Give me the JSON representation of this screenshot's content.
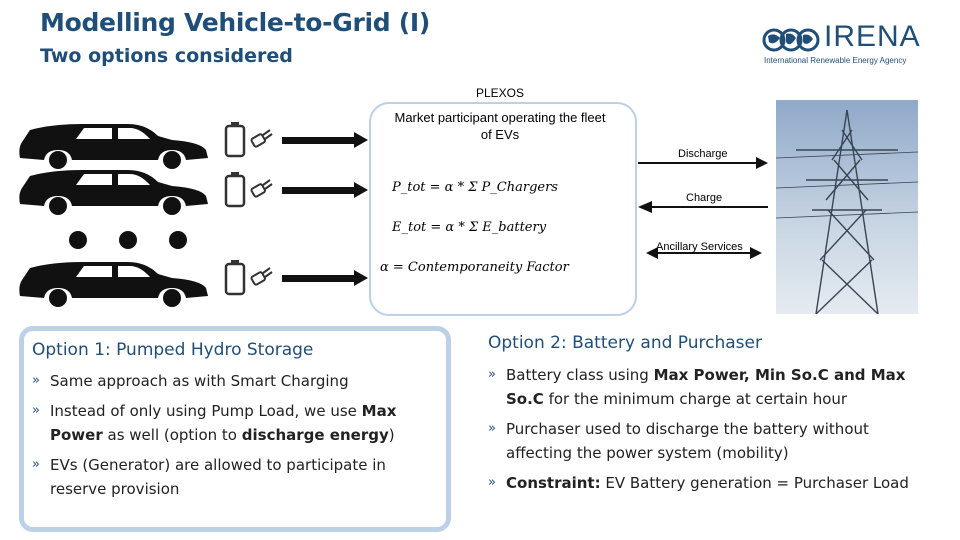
{
  "header": {
    "title": "Modelling Vehicle-to-Grid (I)",
    "subtitle": "Two options considered"
  },
  "logo": {
    "name": "IRENA",
    "tagline": "International Renewable Energy Agency"
  },
  "diagram": {
    "plexos_label": "PLEXOS",
    "plexos_description": "Market participant operating the fleet of EVs",
    "formula_power": "P_tot = α * Σ P_Chargers",
    "formula_energy": "E_tot = α * Σ E_battery",
    "formula_alpha": "α = Contemporaneity Factor",
    "arrows": {
      "discharge": "Discharge",
      "charge": "Charge",
      "ancillary": "Ancillary Services"
    }
  },
  "option1": {
    "title": "Option 1: Pumped Hydro Storage",
    "bullets": [
      {
        "text": "Same approach as with Smart Charging"
      },
      {
        "pre": "Instead of only using Pump Load, we use ",
        "b1": "Max Power",
        "mid": " as well (option to ",
        "b2": "discharge energy",
        "post": ")"
      },
      {
        "text": "EVs (Generator) are allowed to participate in reserve provision"
      }
    ]
  },
  "option2": {
    "title": "Option 2: Battery and Purchaser",
    "bullets": [
      {
        "pre": "Battery class using ",
        "b1": "Max Power, Min So.C and Max So.C",
        "post": " for the minimum charge at certain hour"
      },
      {
        "text": "Purchaser used to discharge the battery without affecting the power system (mobility)"
      },
      {
        "b1": "Constraint:",
        "post": " EV Battery generation = Purchaser Load"
      }
    ]
  },
  "icons": {
    "car": "car-silhouette-icon",
    "battery": "battery-icon",
    "plug": "plug-icon",
    "pylon": "transmission-tower-photo"
  }
}
